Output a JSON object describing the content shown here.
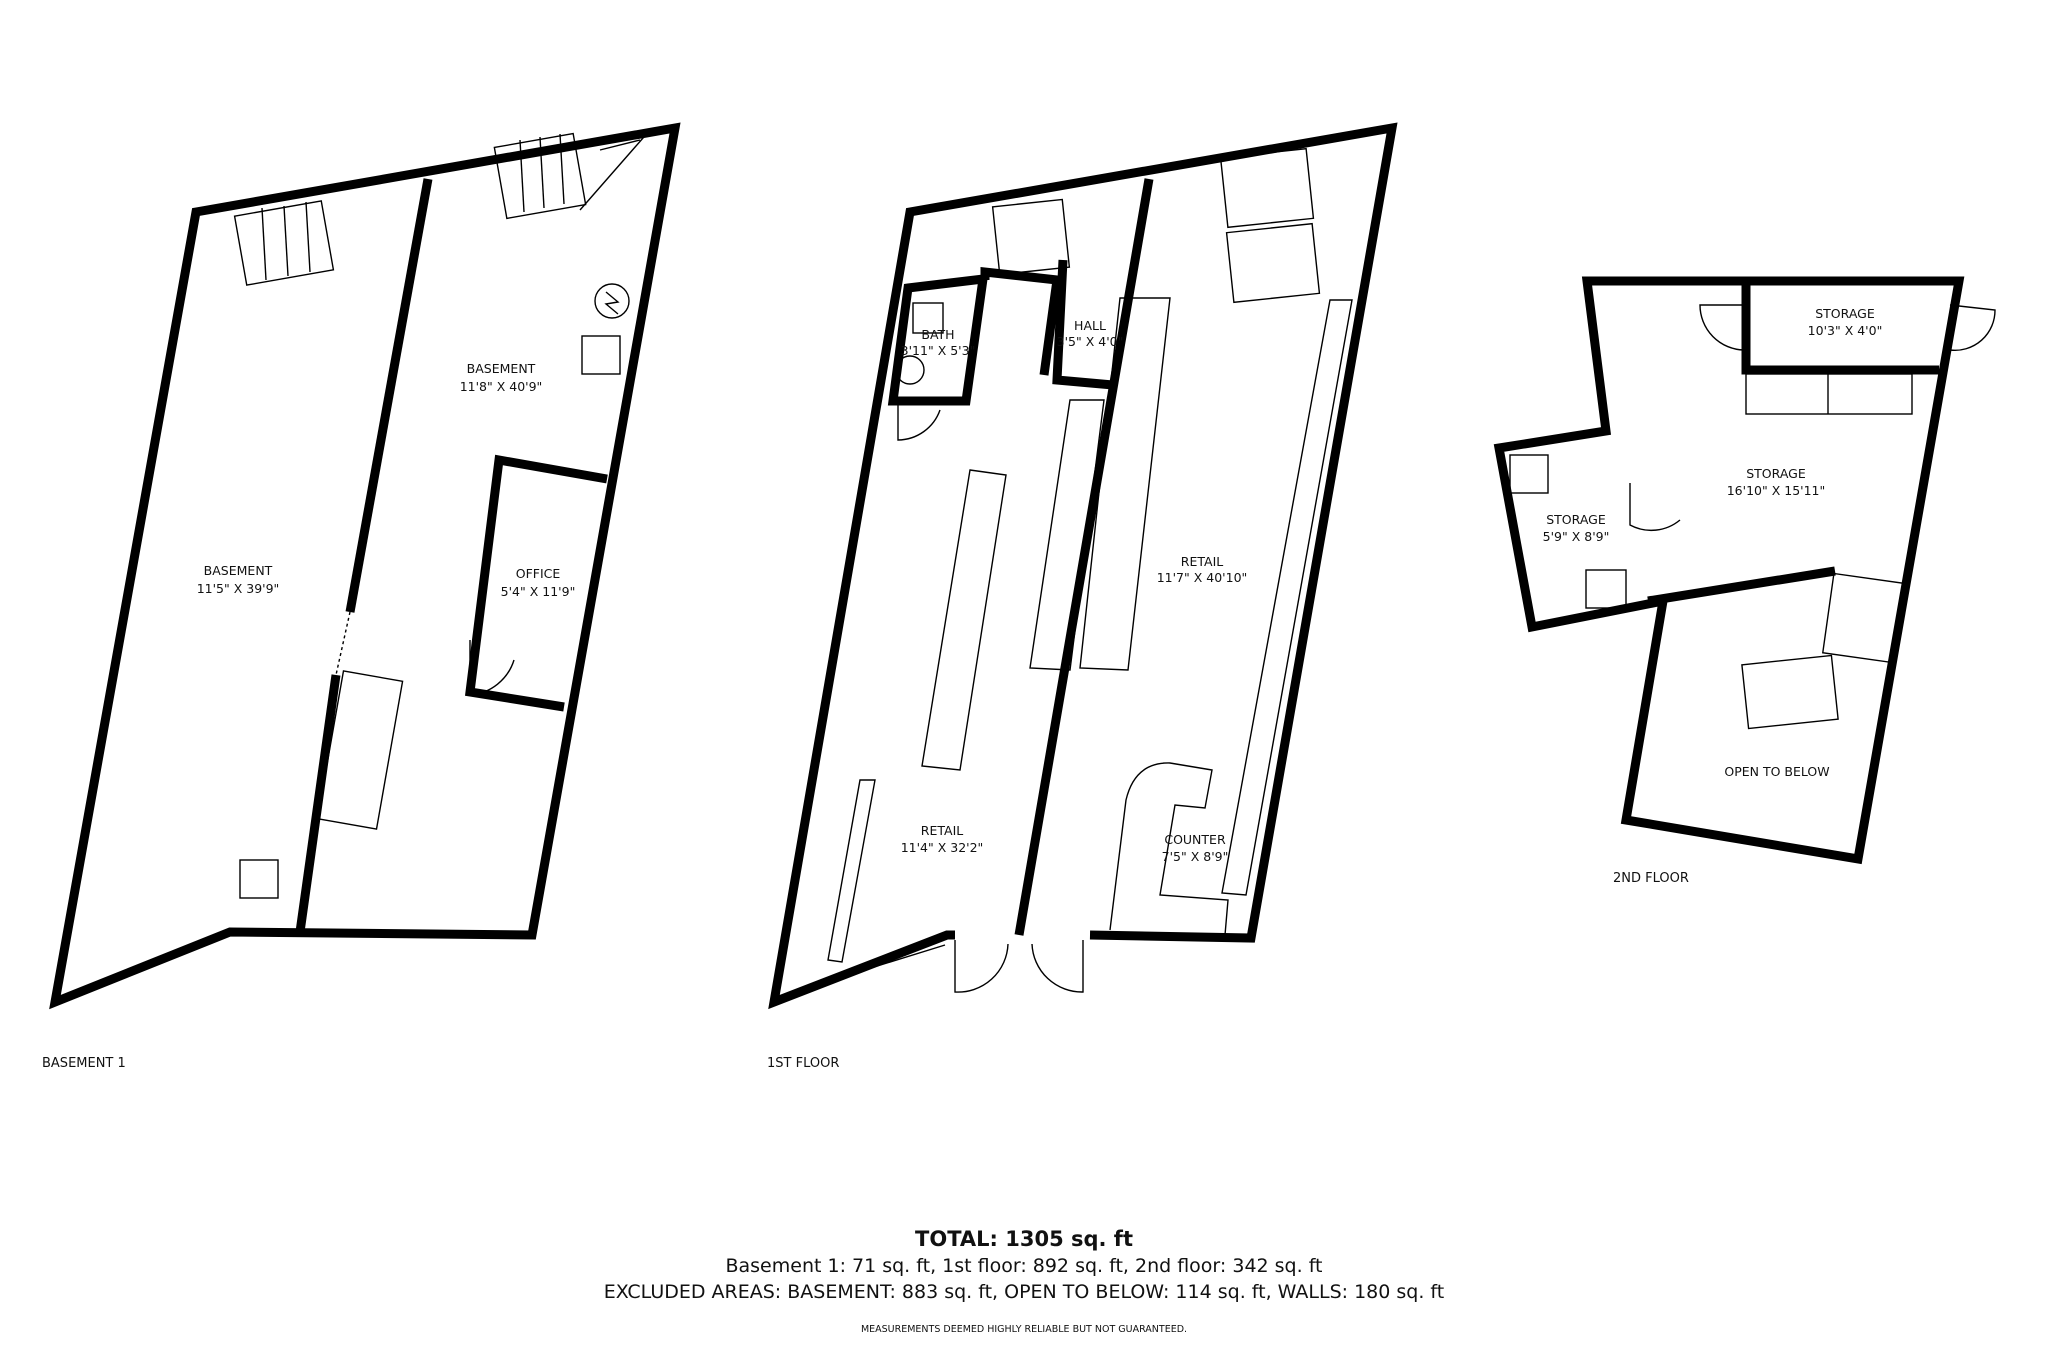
{
  "floors": {
    "basement": {
      "label": "BASEMENT 1",
      "rooms": [
        {
          "name": "BASEMENT",
          "dims": "11'5\" X 39'9\""
        },
        {
          "name": "BASEMENT",
          "dims": "11'8\" X 40'9\""
        },
        {
          "name": "OFFICE",
          "dims": "5'4\" X 11'9\""
        }
      ]
    },
    "first": {
      "label": "1ST FLOOR",
      "rooms": [
        {
          "name": "BATH",
          "dims": "3'11\" X 5'3\""
        },
        {
          "name": "HALL",
          "dims": "3'5\" X 4'0\""
        },
        {
          "name": "RETAIL",
          "dims": "11'7\" X 40'10\""
        },
        {
          "name": "RETAIL",
          "dims": "11'4\" X 32'2\""
        },
        {
          "name": "COUNTER",
          "dims": "7'5\" X 8'9\""
        }
      ]
    },
    "second": {
      "label": "2ND FLOOR",
      "rooms": [
        {
          "name": "STORAGE",
          "dims": "10'3\" X 4'0\""
        },
        {
          "name": "STORAGE",
          "dims": "16'10\" X 15'11\""
        },
        {
          "name": "STORAGE",
          "dims": "5'9\" X 8'9\""
        },
        {
          "name": "OPEN TO BELOW"
        }
      ]
    }
  },
  "summary": {
    "total": "TOTAL: 1305 sq. ft",
    "breakdown": "Basement 1: 71 sq. ft, 1st floor: 892 sq. ft, 2nd floor: 342 sq. ft",
    "excluded": "EXCLUDED AREAS: BASEMENT: 883 sq. ft, OPEN TO BELOW: 114 sq. ft, WALLS: 180 sq. ft",
    "disclaimer": "MEASUREMENTS DEEMED HIGHLY RELIABLE BUT NOT GUARANTEED."
  }
}
